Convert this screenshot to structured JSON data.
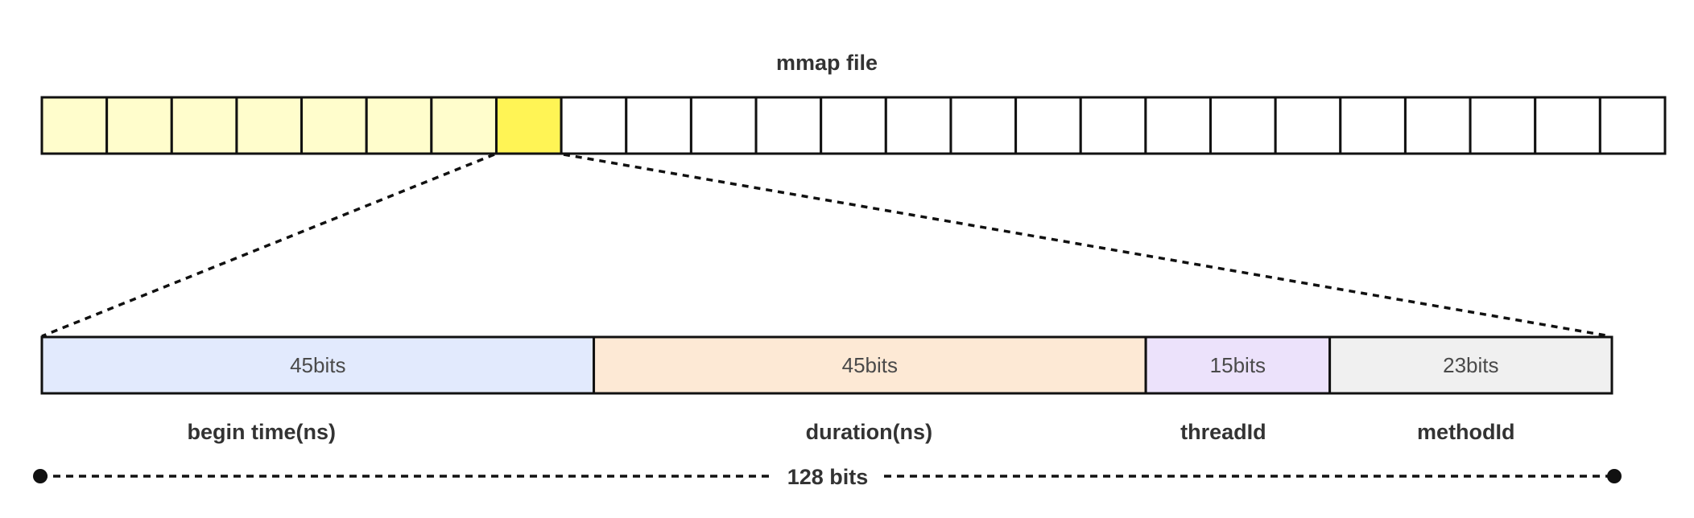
{
  "title": "mmap file",
  "file": {
    "cell_count": 25,
    "filled_count": 7,
    "highlight_index": 7,
    "colors": {
      "filled": "#fffdcc",
      "highlight": "#fff455",
      "empty": "#ffffff",
      "stroke": "#111111"
    }
  },
  "fields": [
    {
      "size_label": "45bits",
      "name": "begin time(ns)",
      "bits": 45,
      "color": "#e2eafd"
    },
    {
      "size_label": "45bits",
      "name": "duration(ns)",
      "bits": 45,
      "color": "#fde9d5"
    },
    {
      "size_label": "15bits",
      "name": "threadId",
      "bits": 15,
      "color": "#ece2fb"
    },
    {
      "size_label": "23bits",
      "name": "methodId",
      "bits": 23,
      "color": "#f0f0f0"
    }
  ],
  "total_label": "128 bits"
}
